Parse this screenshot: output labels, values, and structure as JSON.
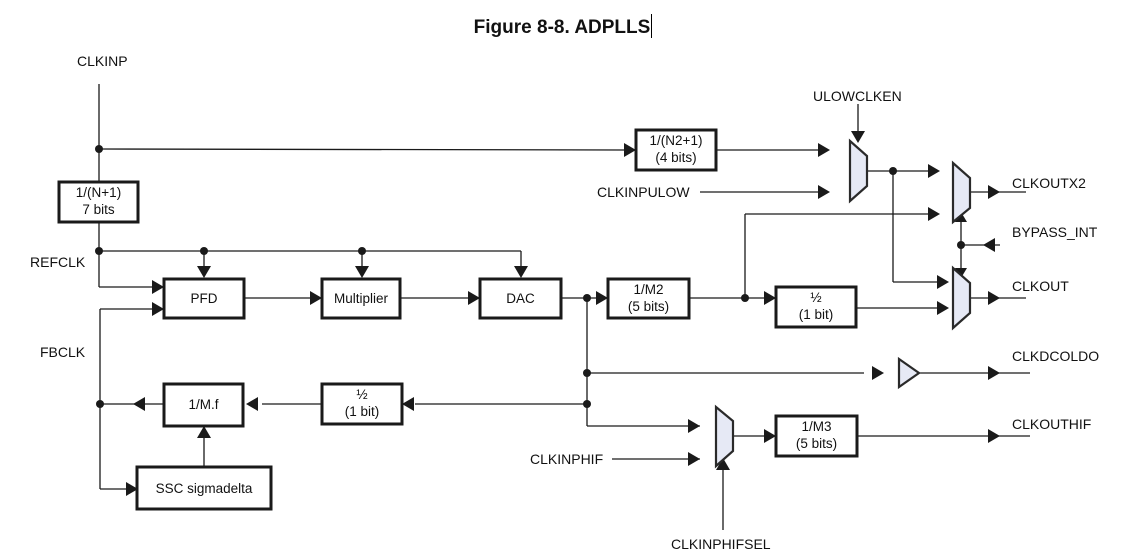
{
  "title": "Figure 8-8. ADPLLS",
  "signals": {
    "clkinp": "CLKINP",
    "refclk": "REFCLK",
    "fbclk": "FBCLK",
    "ulowclken": "ULOWCLKEN",
    "clkinpulow": "CLKINPULOW",
    "clkoutx2": "CLKOUTX2",
    "bypass_int": "BYPASS_INT",
    "clkout": "CLKOUT",
    "clkdcoldo": "CLKDCOLDO",
    "clkouthif": "CLKOUTHIF",
    "clkinphif": "CLKINPHIF",
    "clkinphifsel": "CLKINPHIFSEL"
  },
  "blocks": {
    "n_div": {
      "line1": "1/(N+1)",
      "line2": "7 bits"
    },
    "n2_div": {
      "line1": "1/(N2+1)",
      "line2": "(4 bits)"
    },
    "pfd": {
      "line1": "PFD"
    },
    "multiplier": {
      "line1": "Multiplier"
    },
    "dac": {
      "line1": "DAC"
    },
    "m2_div": {
      "line1": "1/M2",
      "line2": "(5 bits)"
    },
    "half_out": {
      "line1": "½",
      "line2": "(1 bit)"
    },
    "half_fb": {
      "line1": "½",
      "line2": "(1 bit)"
    },
    "mf_div": {
      "line1": "1/M.f"
    },
    "ssc": {
      "line1": "SSC sigmadelta"
    },
    "m3_div": {
      "line1": "1/M3",
      "line2": "(5 bits)"
    }
  }
}
